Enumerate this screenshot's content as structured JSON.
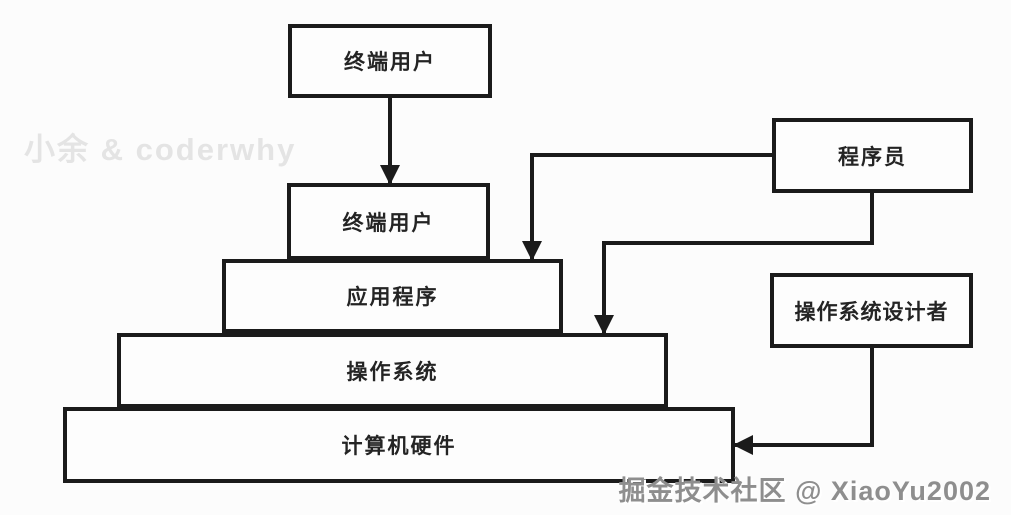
{
  "diagram": {
    "title": "operating-system-layers",
    "nodes": {
      "end_user_top": {
        "label": "终端用户"
      },
      "end_user": {
        "label": "终端用户"
      },
      "application": {
        "label": "应用程序"
      },
      "operating_system": {
        "label": "操作系统"
      },
      "hardware": {
        "label": "计算机硬件"
      },
      "programmer": {
        "label": "程序员"
      },
      "os_designer": {
        "label": "操作系统设计者"
      }
    },
    "edges": [
      {
        "from": "end_user_top",
        "to": "end_user"
      },
      {
        "from": "programmer",
        "to": "application"
      },
      {
        "from": "programmer",
        "to": "operating_system"
      },
      {
        "from": "os_designer",
        "to": "hardware"
      }
    ]
  },
  "watermarks": {
    "top_left": "小余 & coderwhy",
    "bottom_right": "掘金技术社区 @ XiaoYu2002"
  },
  "colors": {
    "line": "#1b1b1b",
    "background": "#fcfcfc",
    "box_fill": "#fdfdfd",
    "label_text": "#242424",
    "watermark_light": "#e4e4e4",
    "watermark_gray": "#8e8e8e"
  }
}
